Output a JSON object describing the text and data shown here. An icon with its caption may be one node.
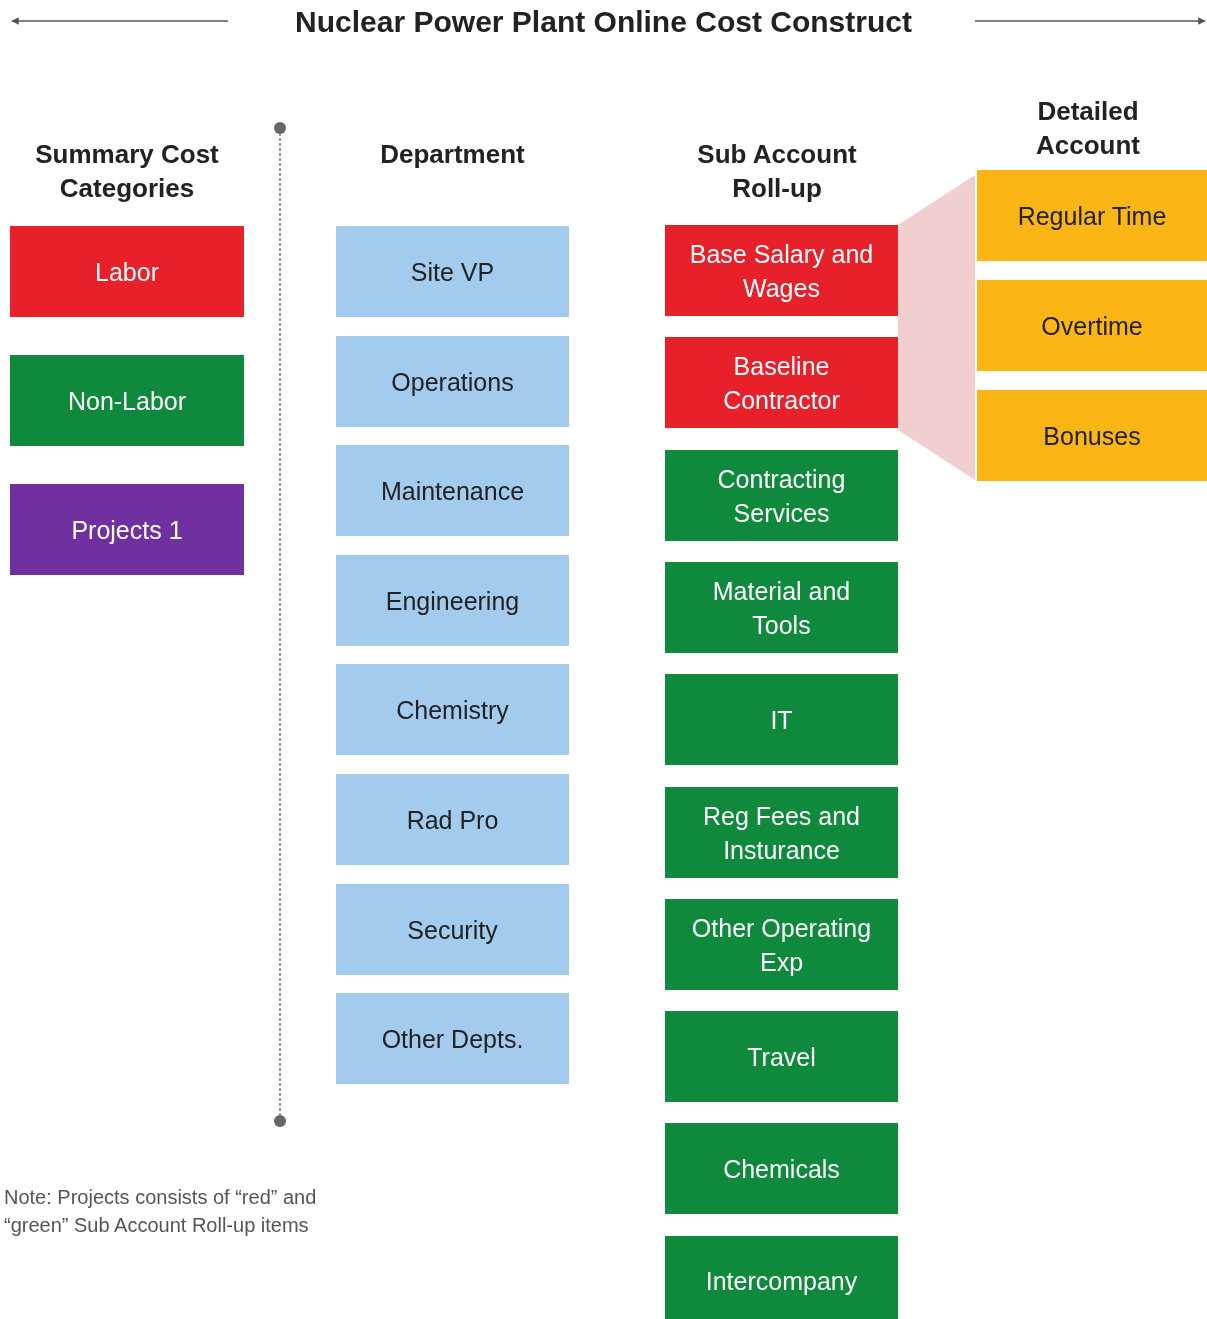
{
  "diagram": {
    "title": "Nuclear Power Plant Online Cost Construct",
    "nodes": [
      {
        "text": [
          "Labor"
        ]
      },
      {
        "text": [
          "Non-Labor"
        ]
      },
      {
        "text": [
          "Projects 1"
        ]
      },
      {
        "text": [
          "Site VP"
        ]
      },
      {
        "text": [
          "Operations"
        ]
      },
      {
        "text": [
          "Maintenance"
        ]
      },
      {
        "text": [
          "Engineering"
        ]
      },
      {
        "text": [
          "Chemistry"
        ]
      },
      {
        "text": [
          "Rad Pro"
        ]
      },
      {
        "text": [
          "Security"
        ]
      },
      {
        "text": [
          "Other Depts."
        ]
      },
      {
        "text": [
          "Base Salary and Wages"
        ]
      },
      {
        "text": [
          "Baseline Contractor"
        ]
      },
      {
        "text": [
          "Contracting Services"
        ]
      },
      {
        "text": [
          "Material and Tools"
        ]
      },
      {
        "text": [
          "IT"
        ]
      },
      {
        "text": [
          "Reg Fees and Insturance"
        ]
      },
      {
        "text": [
          "Other Operating Exp"
        ]
      },
      {
        "text": [
          "Travel"
        ]
      },
      {
        "text": [
          "Chemicals"
        ]
      },
      {
        "text": [
          "Intercompany"
        ]
      },
      {
        "text": [
          "Regular Time"
        ]
      },
      {
        "text": [
          "Overtime"
        ]
      },
      {
        "text": [
          "Bonuses"
        ]
      },
      {
        "text": [],
        "shape": "trapezoid"
      }
    ],
    "labels": [
      "Summary Cost Categories",
      "Department",
      "Sub Account Roll-up",
      "Detailed Account",
      "Note: Projects consists of “red” and “green” Sub Account Roll-up items"
    ]
  }
}
